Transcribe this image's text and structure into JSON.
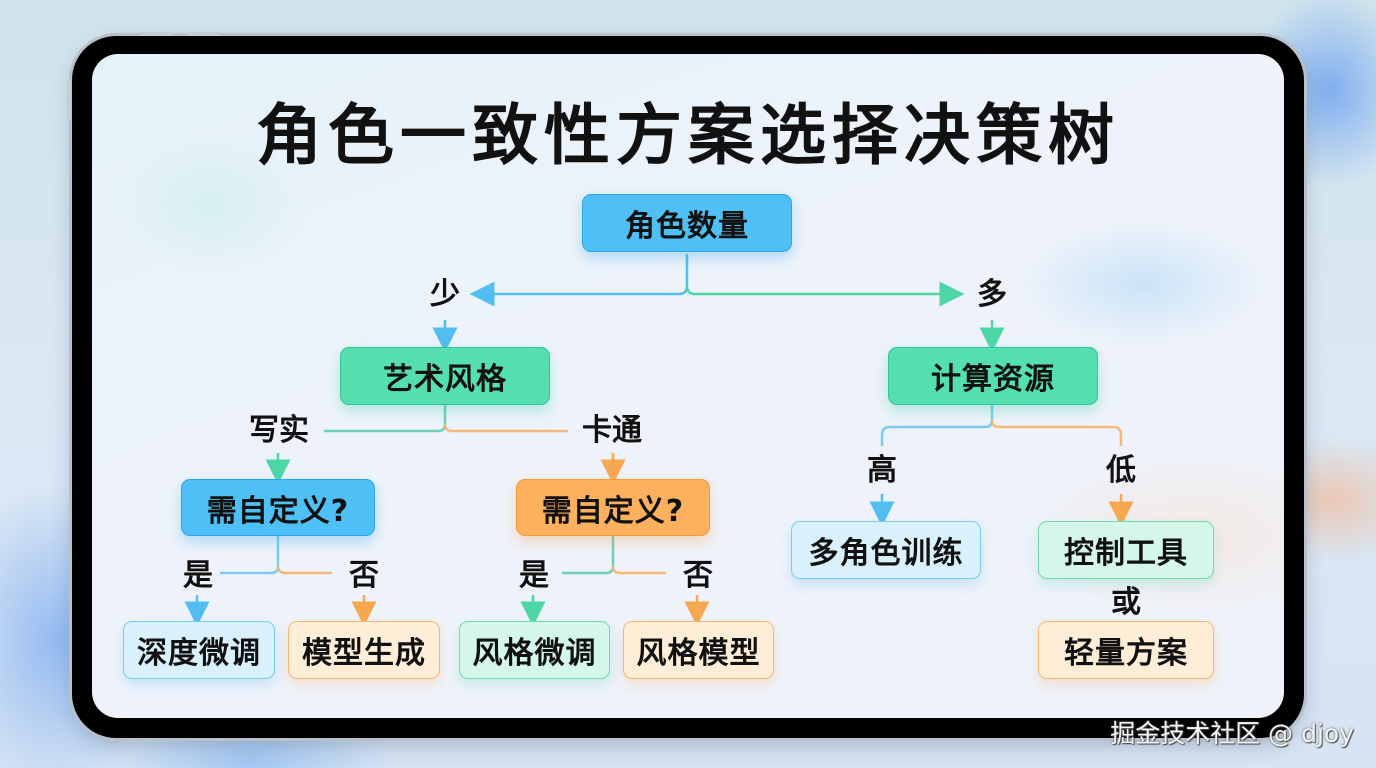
{
  "title": "角色一致性方案选择决策树",
  "watermark": "掘金技术社区 @ djoy",
  "colors": {
    "blue": "#4fc0f5",
    "green": "#55deb0",
    "orange": "#fdb05e",
    "light_blue": "#d9f1fc",
    "light_green": "#d4f7ea",
    "light_orange": "#feeed8"
  },
  "tree": {
    "root": "角色数量",
    "branch_few": {
      "label": "少",
      "node": "艺术风格",
      "realistic": {
        "label": "写实",
        "node": "需自定义?",
        "yes_label": "是",
        "yes_result": "深度微调",
        "no_label": "否",
        "no_result": "模型生成"
      },
      "cartoon": {
        "label": "卡通",
        "node": "需自定义?",
        "yes_label": "是",
        "yes_result": "风格微调",
        "no_label": "否",
        "no_result": "风格模型"
      }
    },
    "branch_many": {
      "label": "多",
      "node": "计算资源",
      "high": {
        "label": "高",
        "result": "多角色训练"
      },
      "low": {
        "label": "低",
        "result": "控制工具",
        "or_label": "或",
        "alt_result": "轻量方案"
      }
    }
  }
}
